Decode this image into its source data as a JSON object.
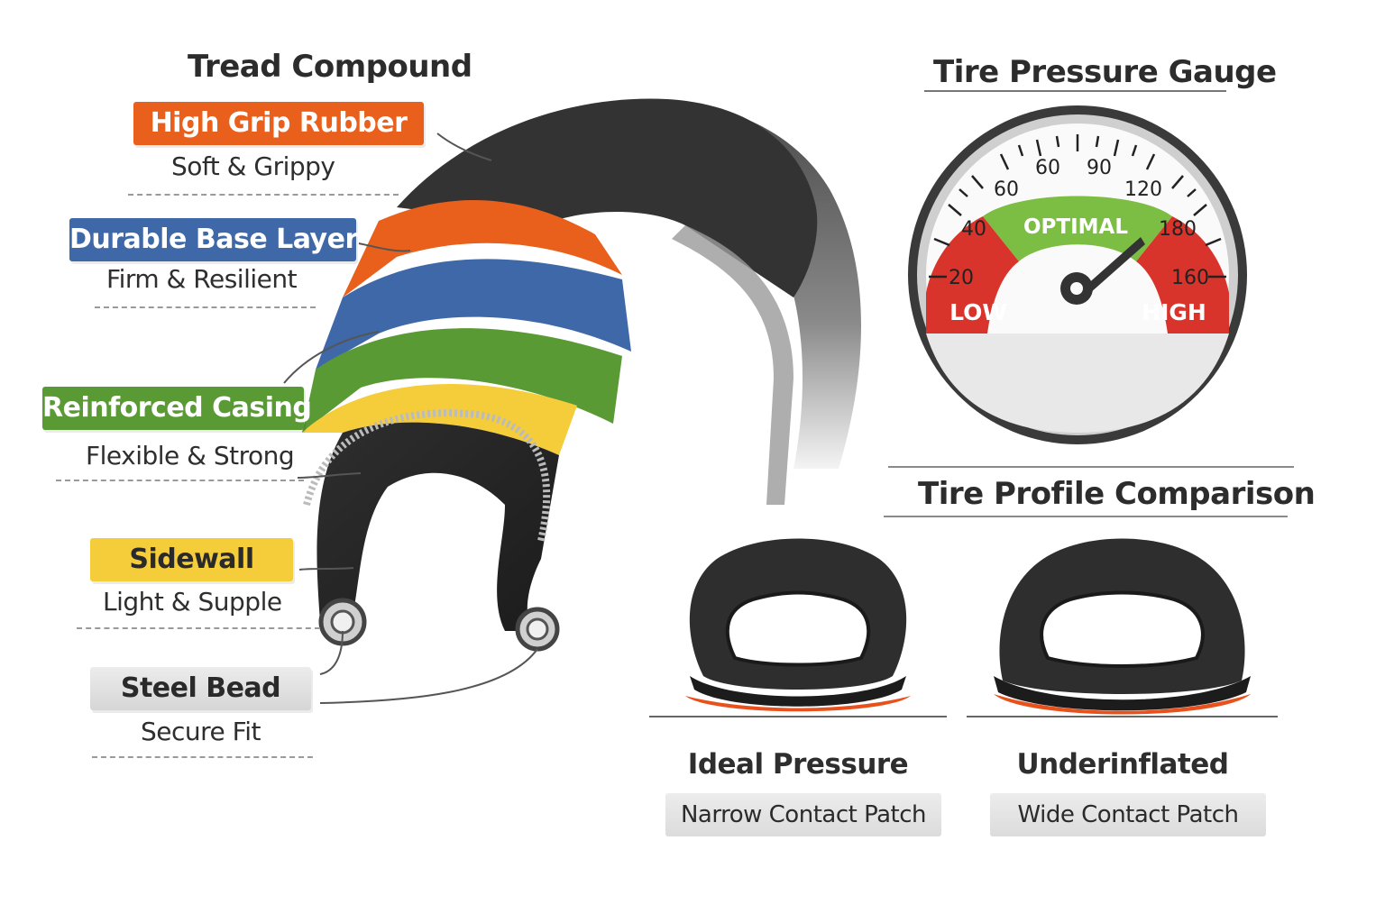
{
  "left_panel": {
    "title": "Tread Compound",
    "layers": [
      {
        "label": "High Grip Rubber",
        "desc": "Soft & Grippy",
        "color": "#e8601c"
      },
      {
        "label": "Durable Base Layer",
        "desc": "Firm & Resilient",
        "color": "#3f68a8"
      },
      {
        "label": "Reinforced Casing",
        "desc": "Flexible & Strong",
        "color": "#5a9a35"
      },
      {
        "label": "Sidewall",
        "desc": "Light & Supple",
        "color": "#f5cd3a"
      },
      {
        "label": "Steel Bead",
        "desc": "Secure Fit",
        "color": "#dcdcdc"
      }
    ]
  },
  "gauge": {
    "title": "Tire Pressure Gauge",
    "scale_labels": [
      "20",
      "40",
      "60",
      "60",
      "90",
      "120",
      "180",
      "160"
    ],
    "zones": {
      "optimal": "OPTIMAL",
      "low": "LOW",
      "high": "HIGH"
    },
    "colors": {
      "optimal": "#7cbd43",
      "low_high": "#d9342b"
    }
  },
  "profile": {
    "title": "Tire Profile Comparison",
    "items": [
      {
        "title": "Ideal Pressure",
        "caption": "Narrow Contact Patch"
      },
      {
        "title": "Underinflated",
        "caption": "Wide Contact Patch"
      }
    ]
  }
}
